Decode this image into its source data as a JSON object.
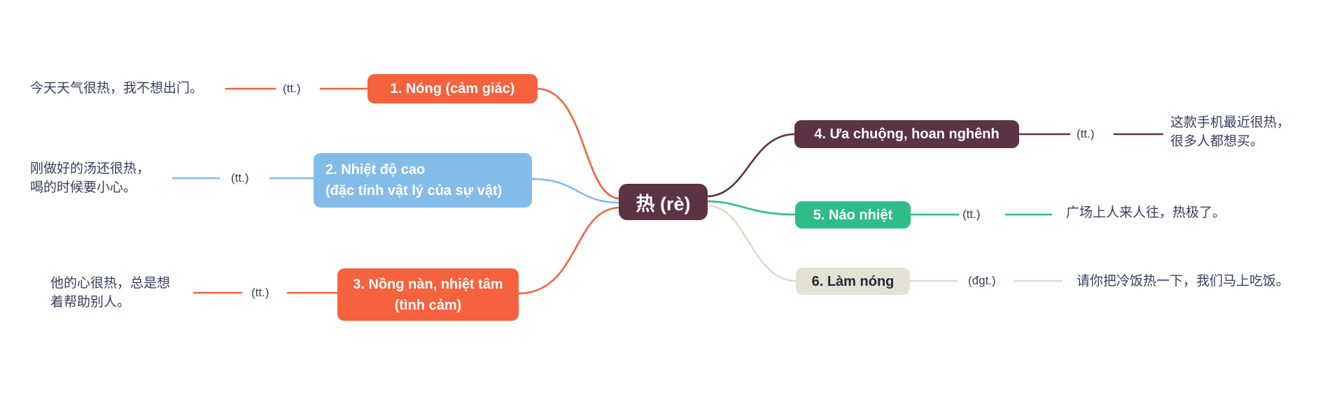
{
  "center": {
    "label": "热 (rè)",
    "color": "#5c3245",
    "text_color": "#ffffff"
  },
  "colors": {
    "background": "#ffffff",
    "example_text": "#363f5e"
  },
  "branches": [
    {
      "id": 1,
      "side": "left",
      "label_lines": [
        "1. Nóng (cảm giác)"
      ],
      "pos_label": "(tt.)",
      "example_lines": [
        "今天天气很热，我不想出门。"
      ],
      "color": "#f5623d",
      "line_color": "#f5623d",
      "text_color": "#ffffff"
    },
    {
      "id": 2,
      "side": "left",
      "label_lines": [
        "2. Nhiệt độ cao",
        "(đặc tính vật lý của sự vật)"
      ],
      "pos_label": "(tt.)",
      "example_lines": [
        "刚做好的汤还很热，",
        "喝的时候要小心。"
      ],
      "color": "#84bce9",
      "line_color": "#84bce9",
      "text_color": "#ffffff"
    },
    {
      "id": 3,
      "side": "left",
      "label_lines": [
        "3. Nồng nàn, nhiệt tâm",
        "(tình cảm)"
      ],
      "pos_label": "(tt.)",
      "example_lines": [
        "他的心很热，总是想",
        "着帮助别人。"
      ],
      "color": "#f5623d",
      "line_color": "#f5623d",
      "text_color": "#ffffff"
    },
    {
      "id": 4,
      "side": "right",
      "label_lines": [
        "4. Ưa chuộng, hoan nghênh"
      ],
      "pos_label": "(tt.)",
      "example_lines": [
        "这款手机最近很热，",
        "很多人都想买。"
      ],
      "color": "#5c3245",
      "line_color": "#5c3245",
      "text_color": "#ffffff"
    },
    {
      "id": 5,
      "side": "right",
      "label_lines": [
        "5. Náo nhiệt"
      ],
      "pos_label": "(tt.)",
      "example_lines": [
        "广场上人来人往，热极了。"
      ],
      "color": "#2ebd88",
      "line_color": "#2ebd88",
      "text_color": "#ffffff"
    },
    {
      "id": 6,
      "side": "right",
      "label_lines": [
        "6. Làm nóng"
      ],
      "pos_label": "(đgt.)",
      "example_lines": [
        "请你把冷饭热一下，我们马上吃饭。"
      ],
      "color": "#e4e2d3",
      "line_color": "#dedbc9",
      "text_color": "#1e2b3c"
    }
  ]
}
